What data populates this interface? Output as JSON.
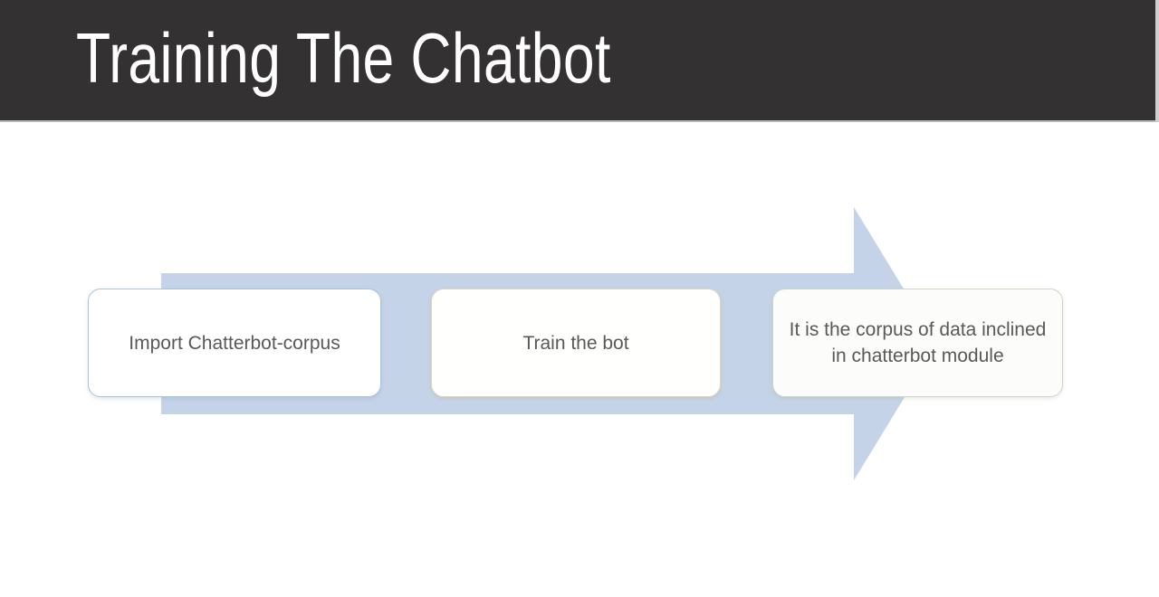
{
  "slide": {
    "header": {
      "title": "Training The Chatbot",
      "background_color": "#333132",
      "title_color": "#ffffff"
    },
    "diagram": {
      "type": "process-arrow",
      "arrow": {
        "name": "right-arrow",
        "fill_color": "#c5d3e8",
        "direction": "right"
      },
      "steps": [
        {
          "label": "Import Chatterbot-corpus",
          "border_color": "#a8c4dc",
          "fill_color": "#ffffff"
        },
        {
          "label": "Train the bot",
          "border_color": "#e0d5b8",
          "fill_color": "#fffffe"
        },
        {
          "label": "It is the corpus of data inclined in chatterbot module",
          "border_color": "#ccd6c4",
          "fill_color": "#fcfdfb"
        }
      ],
      "text_color": "#595959"
    },
    "background_color": "#ffffff"
  }
}
